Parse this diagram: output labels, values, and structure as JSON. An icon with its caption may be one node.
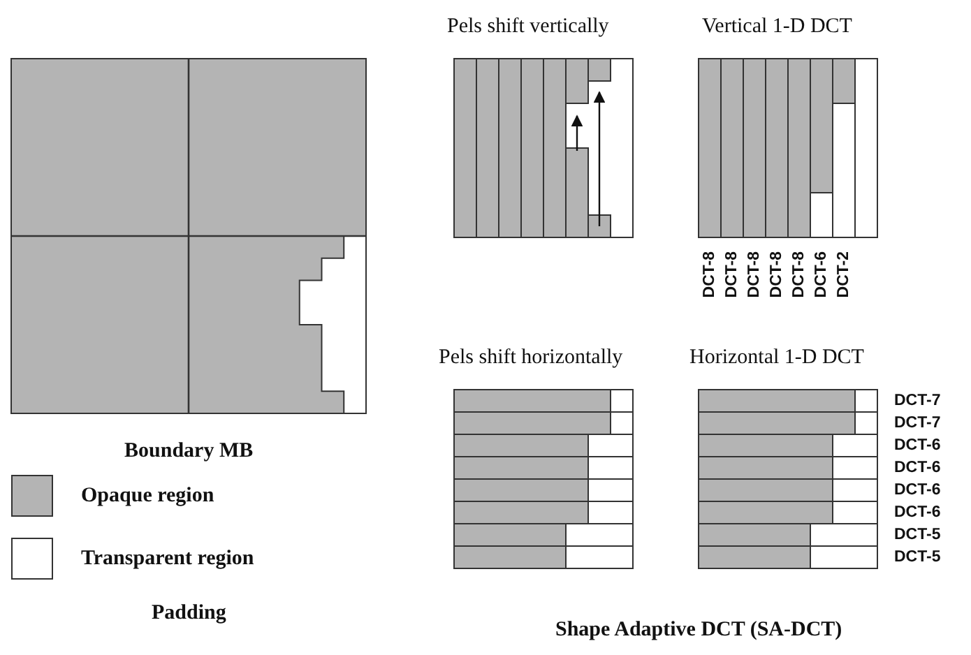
{
  "diagram": {
    "labels": [
      "Pels shift vertically",
      "Vertical 1-D DCT",
      "DCT-8",
      "DCT-8",
      "DCT-8",
      "DCT-8",
      "DCT-8",
      "DCT-6",
      "DCT-2",
      "Boundary MB",
      "Pels shift horizontally",
      "Horizontal 1-D DCT",
      "DCT-7",
      "DCT-7",
      "DCT-6",
      "DCT-6",
      "DCT-6",
      "DCT-6",
      "DCT-5",
      "DCT-5",
      "Padding",
      "Shape Adaptive DCT (SA-DCT)"
    ],
    "legend": [
      {
        "text": "Opaque region",
        "color": "#b4b4b4"
      },
      {
        "text": "Transparent region",
        "color": "#ffffff"
      }
    ]
  }
}
